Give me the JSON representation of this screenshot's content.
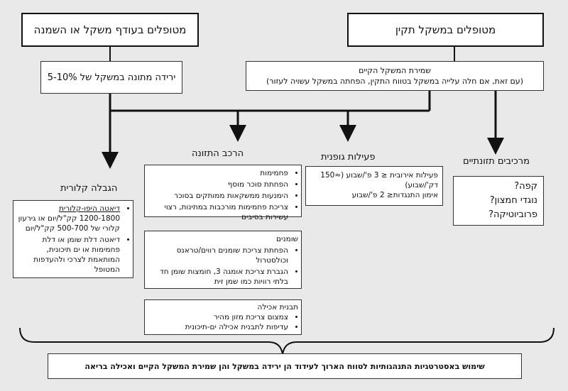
{
  "top": {
    "left": "מטופלים בעודף משקל או השמנה",
    "right": "מטופלים במשקל תקין"
  },
  "second": {
    "left": "ירידה מתונה במשקל של 5-10%",
    "right_line1": "שמירת המשקל הקיים",
    "right_line2": "(עם זאת, אם חלה עלייה במשקל בטווח התקין, הפחתה במשקל עשויה לעזור)"
  },
  "headings": {
    "caloric": "הגבלה קלורית",
    "nutrition": "הרכב התזונה",
    "physical": "פעילות גופנית",
    "supplements": "מרכיבים תזונתיים"
  },
  "caloric": {
    "item1_title": "דיאטה היפו-קלורית",
    "item1_text": "1200-1800 קק\"ל/יום או גירעון קלורי של 500-700 קק\"ל/יום",
    "item2": "דיאטה דלת שומן או דלת פחמימות או ים תיכונית, המותאמת לצרכי ולהעדפות המטופל"
  },
  "carbs": {
    "items": [
      "פחמימות",
      "הפחתת סוכר מוסף",
      "הימנעות ממשקאות ממותקים בסוכר",
      "צריכת פחמימות מורכבות במתינות, רצוי עשירות בסיבים"
    ]
  },
  "fats": {
    "title": "שומנים",
    "items": [
      "הפחתת צריכת שומנים רווים/טראנס וכולסטרול",
      "הגברת צריכת אומגה 3, חומצות שומן חד בלתי רוויות כמו שמן זית"
    ]
  },
  "eating": {
    "title": "תבנית אכילה",
    "items": [
      "צמצום צריכת מזון מהיר",
      "עדיפות לתבנית אכילה ים-תיכונית"
    ]
  },
  "physical": {
    "line1": "פעילות אירובית ≤ 3 פ'/שבוע (≈150 דק'/שבוע)",
    "line2": "אימון התנגדות≤ 2 פ'/שבוע"
  },
  "supplements": {
    "items": [
      "קפה?",
      "נוגדי חמצון?",
      "פרוביוטיקה?"
    ]
  },
  "bottom": {
    "text": "שימוש באסטרטגיות התנהגותיות לטווח הארוך לעידוד הן ירידה במשקל והן שמירת המשקל הקיים ואכילה בריאה"
  }
}
